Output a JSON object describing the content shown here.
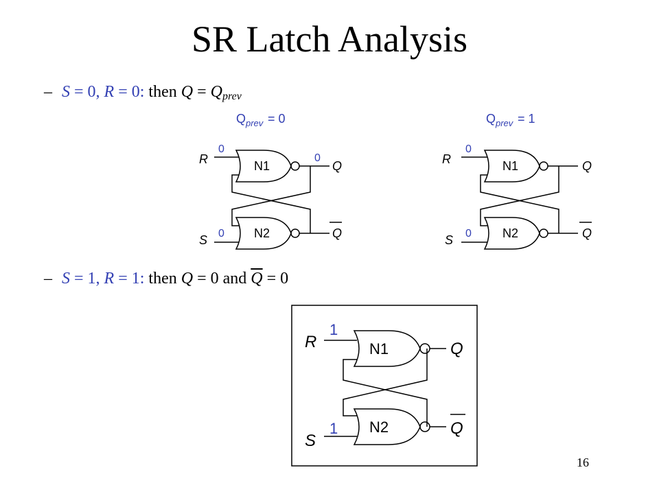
{
  "title": "SR Latch Analysis",
  "bullet1": {
    "dash": "–",
    "s_name": "S",
    "s_eq": " = 0, ",
    "r_name": "R",
    "r_eq": " = 0: ",
    "then": "then ",
    "q1": "Q",
    "eq": " = ",
    "q2": "Q",
    "sub": "prev"
  },
  "bullet2": {
    "dash": "–",
    "s_name": "S",
    "s_eq": " = 1, ",
    "r_name": "R",
    "r_eq": " = 1: ",
    "then": "then ",
    "q1": "Q",
    "eq1": " = 0 and ",
    "qbar": "Q",
    "eq2": " = 0"
  },
  "diagram_left": {
    "caption_q": "Q",
    "caption_sub": "prev",
    "caption_eq": " = 0",
    "r_label": "R",
    "s_label": "S",
    "r_value": "0",
    "s_value": "0",
    "q_value": "0",
    "gate1": "N1",
    "gate2": "N2",
    "q_label": "Q",
    "qbar_label": "Q"
  },
  "diagram_right": {
    "caption_q": "Q",
    "caption_sub": "prev",
    "caption_eq": " = 1",
    "r_label": "R",
    "s_label": "S",
    "r_value": "0",
    "s_value": "0",
    "gate1": "N1",
    "gate2": "N2",
    "q_label": "Q",
    "qbar_label": "Q"
  },
  "diagram_bottom": {
    "r_label": "R",
    "s_label": "S",
    "r_value": "1",
    "s_value": "1",
    "gate1": "N1",
    "gate2": "N2",
    "q_label": "Q",
    "qbar_label": "Q"
  },
  "page_number": "16",
  "colors": {
    "value_blue": "#3340b3",
    "line": "#000000"
  }
}
